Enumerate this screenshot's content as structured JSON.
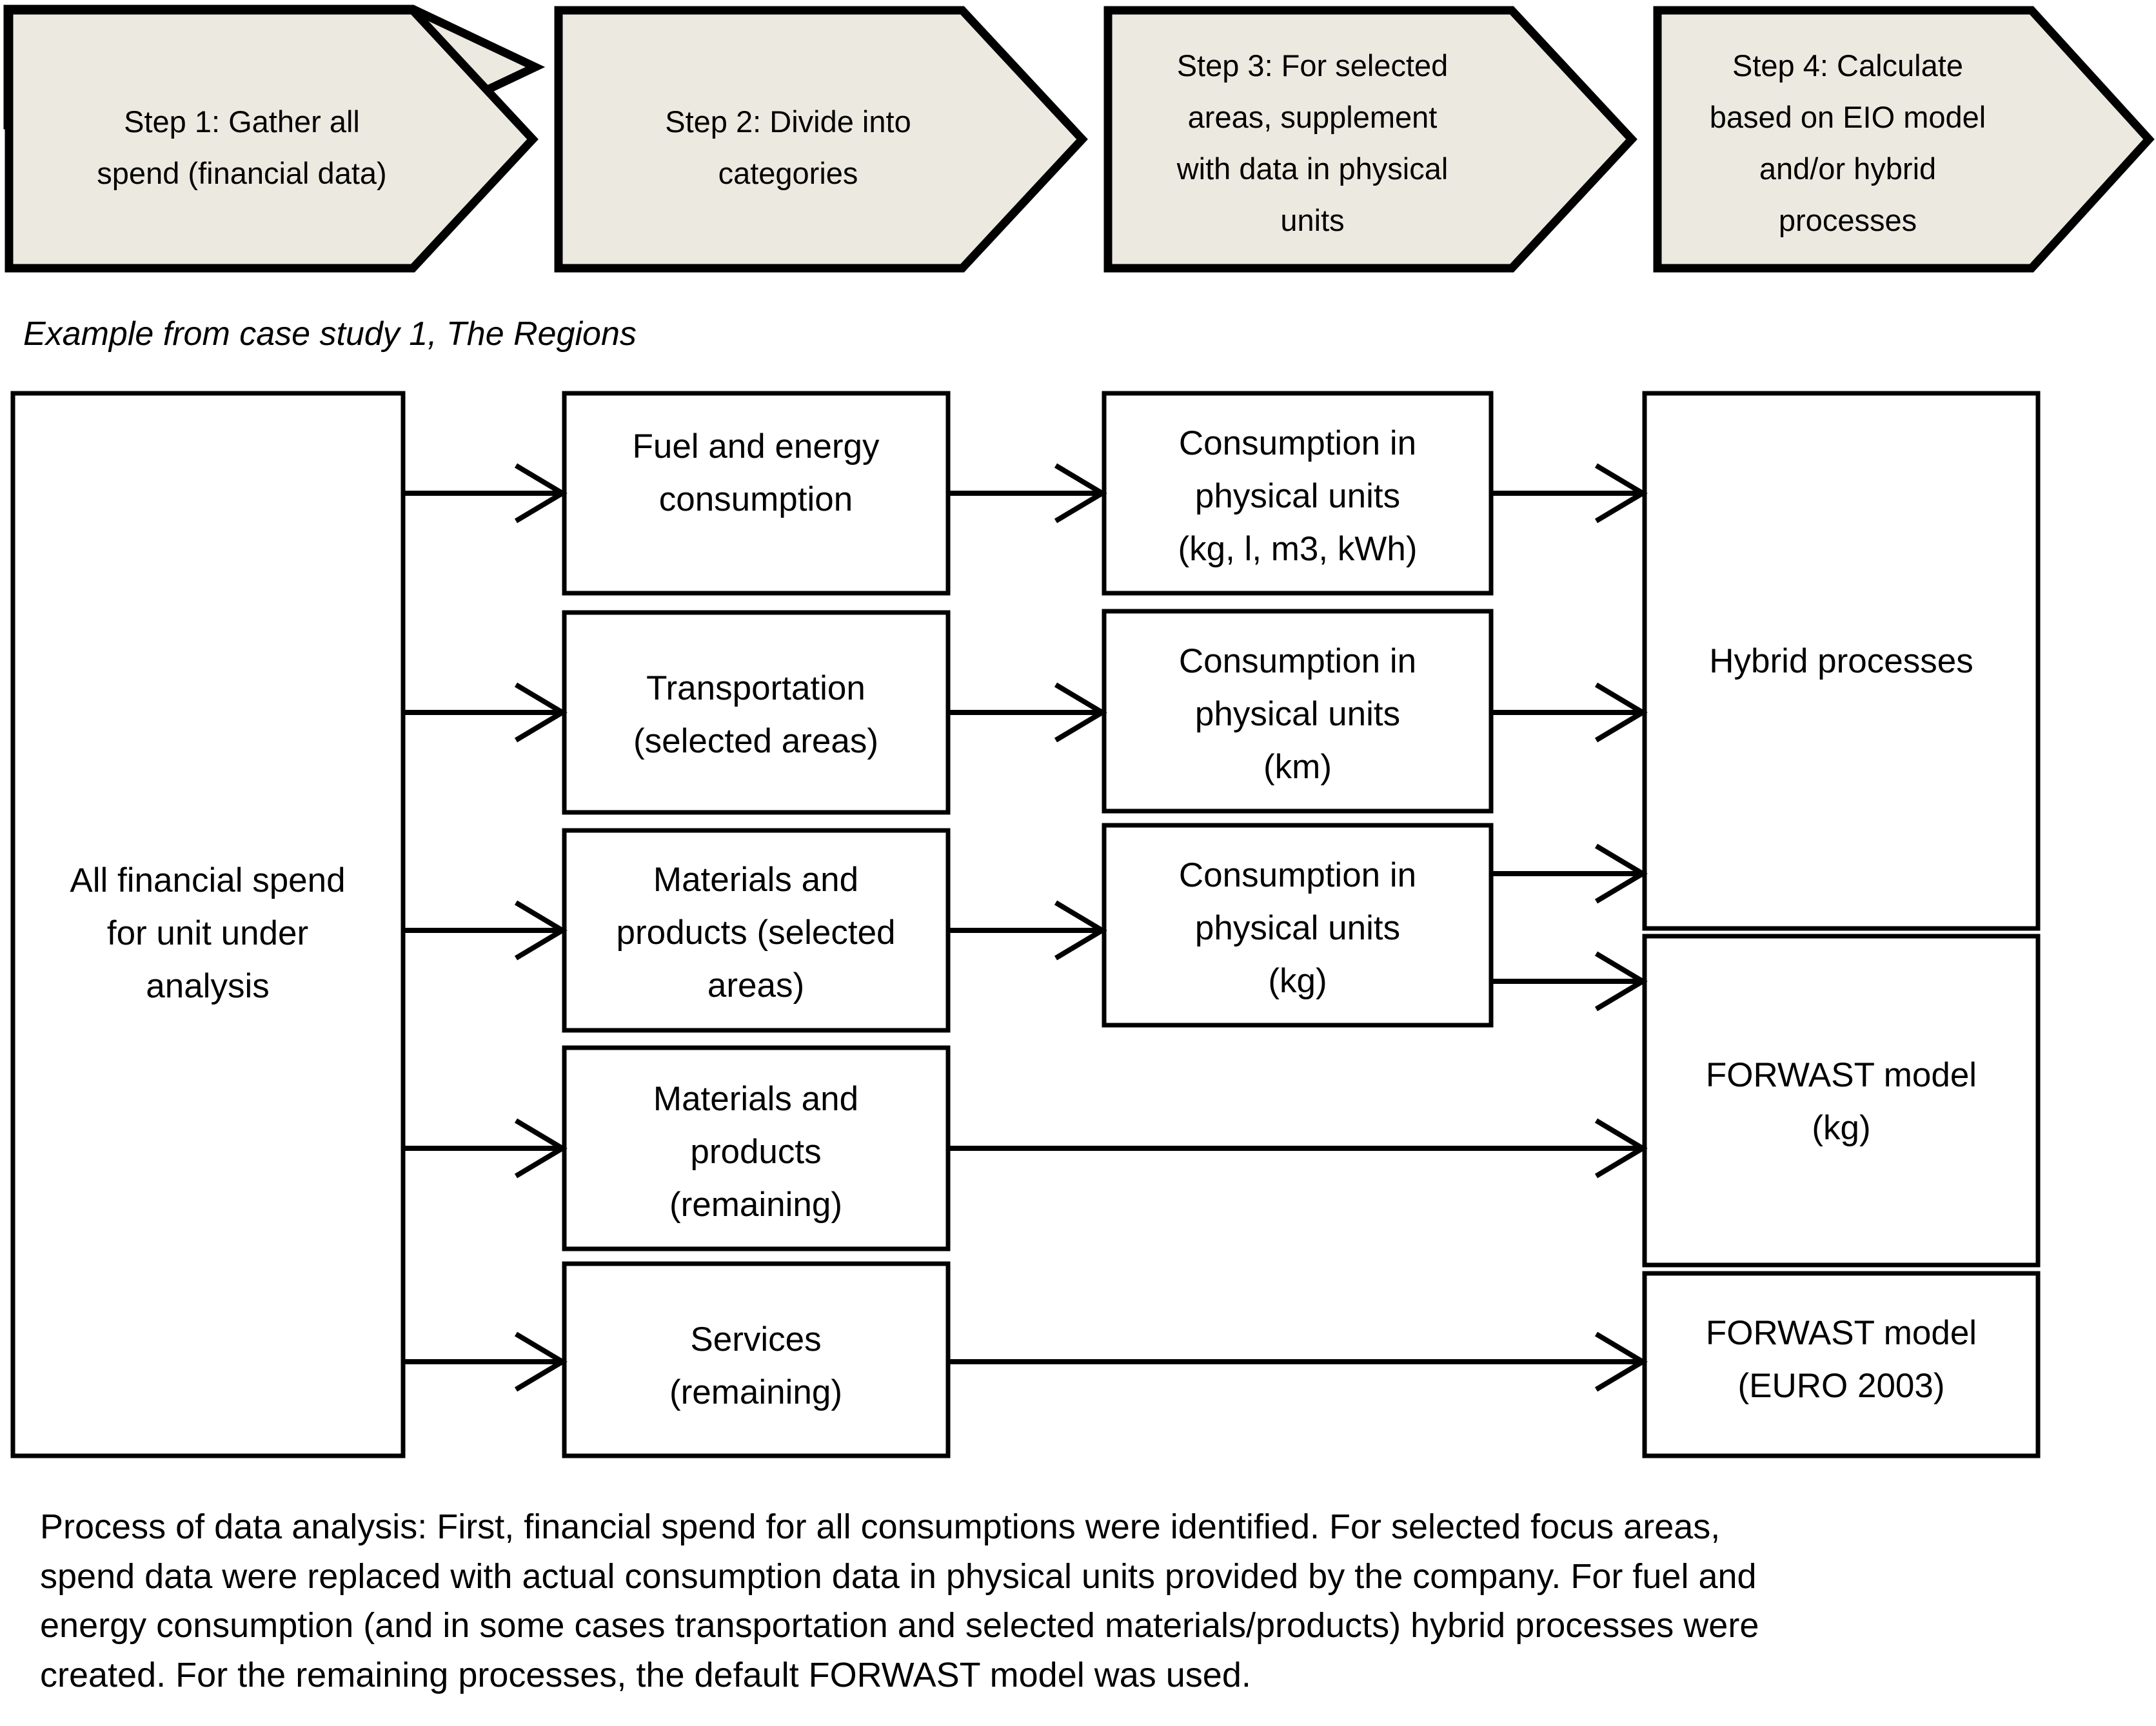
{
  "diagram": {
    "title_note": "Example from case study 1, The Regions",
    "steps": [
      {
        "id": "step-1",
        "lines": [
          "Step 1: Gather all",
          "spend (financial data)"
        ]
      },
      {
        "id": "step-2",
        "lines": [
          "Step 2: Divide into",
          "categories"
        ]
      },
      {
        "id": "step-3",
        "lines": [
          "Step 3: For selected",
          "areas, supplement",
          "with data in physical",
          "units"
        ]
      },
      {
        "id": "step-4",
        "lines": [
          "Step 4: Calculate",
          "based on EIO model",
          "and/or hybrid",
          "processes"
        ]
      }
    ],
    "col1": [
      {
        "id": "all-financial-spend",
        "lines": [
          "All financial spend",
          "for unit under",
          "analysis"
        ]
      }
    ],
    "col2": [
      {
        "id": "fuel-energy",
        "lines": [
          "Fuel and energy",
          "consumption"
        ]
      },
      {
        "id": "transportation",
        "lines": [
          "Transportation",
          "(selected areas)"
        ]
      },
      {
        "id": "materials-selected",
        "lines": [
          "Materials and",
          "products (selected",
          "areas)"
        ]
      },
      {
        "id": "materials-remaining",
        "lines": [
          "Materials and",
          "products",
          "(remaining)"
        ]
      },
      {
        "id": "services-remaining",
        "lines": [
          "Services",
          "(remaining)"
        ]
      }
    ],
    "col3": [
      {
        "id": "units-kg-l-m3-kwh",
        "lines": [
          "Consumption in",
          "physical units",
          "(kg, l, m3, kWh)"
        ]
      },
      {
        "id": "units-km",
        "lines": [
          "Consumption in",
          "physical units",
          "(km)"
        ]
      },
      {
        "id": "units-kg",
        "lines": [
          "Consumption in",
          "physical units",
          "(kg)"
        ]
      }
    ],
    "col4": [
      {
        "id": "hybrid-processes",
        "lines": [
          "Hybrid processes"
        ]
      },
      {
        "id": "forwast-kg",
        "lines": [
          "FORWAST model",
          "(kg)"
        ]
      },
      {
        "id": "forwast-euro",
        "lines": [
          "FORWAST model",
          "(EURO 2003)"
        ]
      }
    ],
    "footer": {
      "lines": [
        "Process of data analysis: First, financial spend for all consumptions were identified. For selected focus areas,",
        "spend data were replaced with actual consumption data in physical units provided by the company. For fuel and",
        "energy consumption (and in some cases transportation and selected materials/products) hybrid processes were",
        "created. For the remaining processes, the default FORWAST model was used."
      ]
    },
    "colors": {
      "chevron_fill": "#ECEAE0",
      "stroke": "#000000",
      "box_fill": "#FFFFFF",
      "background": "#FFFFFF"
    }
  }
}
